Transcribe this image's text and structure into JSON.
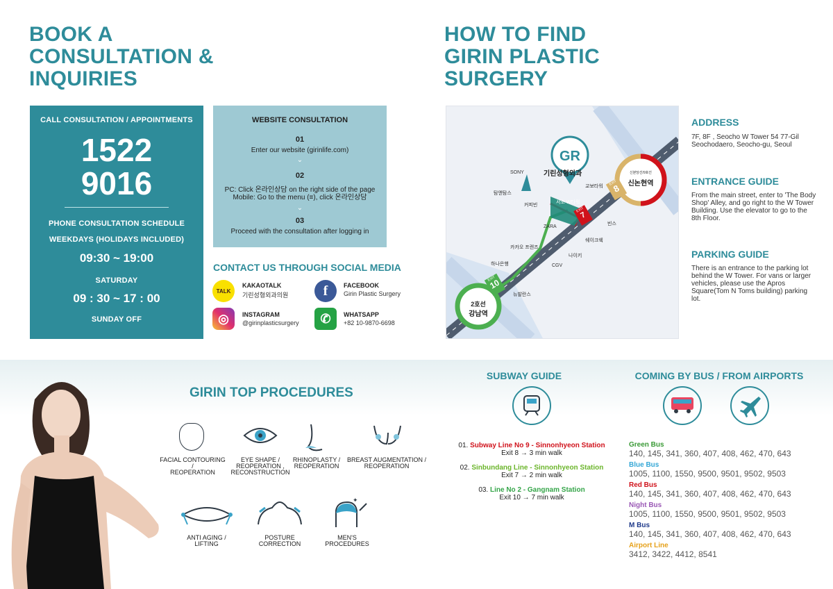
{
  "left": {
    "title_lines": [
      "BOOK A",
      "CONSULTATION &",
      "INQUIRIES"
    ],
    "call": {
      "label": "CALL CONSULTATION / APPOINTMENTS",
      "number_line1": "1522",
      "number_line2": "9016",
      "schedule_label": "PHONE CONSULTATION SCHEDULE",
      "weekdays_label": "WEEKDAYS (HOLIDAYS INCLUDED)",
      "weekdays_time": "09:30 ~ 19:00",
      "saturday_label": "SATURDAY",
      "saturday_time": "09 : 30 ~ 17 : 00",
      "sunday": "SUNDAY OFF"
    },
    "website": {
      "title": "WEBSITE CONSULTATION",
      "step1_num": "01",
      "step1_text": "Enter our website (girinlife.com)",
      "step2_num": "02",
      "step2_line1": "PC: Click 온라인상담 on the right side of the page",
      "step2_line2": "Mobile: Go to the menu (≡), click 온라인상담",
      "step3_num": "03",
      "step3_text": "Proceed with the consultation after logging in"
    },
    "social": {
      "title": "CONTACT US THROUGH SOCIAL MEDIA",
      "items": [
        {
          "name": "KAKAOTALK",
          "value": "기린성형외과의원",
          "icon": "kakaotalk-icon",
          "icon_text": "TALK",
          "color": "#f9e000"
        },
        {
          "name": "FACEBOOK",
          "value": "Girin Plastic Surgery",
          "icon": "facebook-icon",
          "icon_text": "f",
          "color": "#3b5998"
        },
        {
          "name": "INSTAGRAM",
          "value": "@girinplasticsurgery",
          "icon": "instagram-icon",
          "icon_text": "◎",
          "color": "#d6249f"
        },
        {
          "name": "WHATSAPP",
          "value": "+82 10-9870-6698",
          "icon": "whatsapp-icon",
          "icon_text": "✆",
          "color": "#25a244"
        }
      ]
    }
  },
  "right": {
    "title_lines": [
      "HOW TO FIND",
      "GIRIN PLASTIC",
      "SURGERY"
    ],
    "map": {
      "clinic_name": "기린성형외과",
      "building": "서초 W타워",
      "exit7": "7",
      "exit8": "8",
      "exit10": "10",
      "exit_word": "EXIT",
      "station_top_line": "신분당선/9호선",
      "station_top": "신논현역",
      "station_bottom_line": "2호선",
      "station_bottom": "강남역",
      "landmarks": [
        "SONY",
        "탐앤탐스",
        "커피빈",
        "ZARA",
        "카카오 프렌즈",
        "하나은행",
        "CGV",
        "뉴발란스",
        "나이키",
        "쉐이크쉑",
        "빈스",
        "교보타워"
      ]
    },
    "address_title": "ADDRESS",
    "address_text": "7F, 8F , Seocho W Tower 54 77-Gil Seochodaero, Seocho-gu, Seoul",
    "entrance_title": "ENTRANCE GUIDE",
    "entrance_text": "From the main street, enter to 'The Body Shop' Alley, and go right to the W Tower Building. Use the elevator to go to the 8th Floor.",
    "parking_title": "PARKING GUIDE",
    "parking_text": "There is an entrance to the parking lot behind the W Tower. For vans or larger vehicles, please use the Apros Square(Tom N Toms building) parking lot."
  },
  "procedures": {
    "title": "GIRIN TOP PROCEDURES",
    "items": [
      {
        "label_lines": [
          "FACIAL CONTOURING /",
          "REOPERATION"
        ],
        "icon": "face-contour-icon"
      },
      {
        "label_lines": [
          "EYE SHAPE /",
          "REOPERATION ,",
          "RECONSTRUCTION"
        ],
        "icon": "eye-icon"
      },
      {
        "label_lines": [
          "RHINOPLASTY /",
          "REOPERATION"
        ],
        "icon": "nose-icon"
      },
      {
        "label_lines": [
          "BREAST AUGMENTATION /",
          "REOPERATION"
        ],
        "icon": "breast-icon"
      },
      {
        "label_lines": [
          "ANTI AGING /",
          "LIFTING"
        ],
        "icon": "lips-icon"
      },
      {
        "label_lines": [
          "POSTURE",
          "CORRECTION"
        ],
        "icon": "shoulder-icon"
      },
      {
        "label_lines": [
          "MEN'S",
          "PROCEDURES"
        ],
        "icon": "men-icon"
      }
    ]
  },
  "subway": {
    "title": "SUBWAY GUIDE",
    "lines": [
      {
        "num": "01.",
        "name": "Subway Line No 9 - Sinnonhyeon Station",
        "detail": "Exit 8 → 3 min walk",
        "color": "#d0121b"
      },
      {
        "num": "02.",
        "name": "Sinbundang Line - Sinnonhyeon Station",
        "detail": "Exit 7 → 2 min walk",
        "color": "#6bb52b"
      },
      {
        "num": "03.",
        "name": "Line No 2 - Gangnam Station",
        "detail": "Exit 10 → 7 min walk",
        "color": "#35a549"
      }
    ]
  },
  "bus": {
    "title": "COMING BY BUS / FROM AIRPORTS",
    "items": [
      {
        "label": "Green Bus",
        "value": "140, 145, 341, 360, 407, 408, 462, 470, 643",
        "color": "#3a9a36"
      },
      {
        "label": "Blue Bus",
        "value": "1005, 1100, 1550, 9500, 9501, 9502, 9503",
        "color": "#35a7d6"
      },
      {
        "label": "Red Bus",
        "value": "140, 145, 341, 360, 407, 408, 462, 470, 643",
        "color": "#d0121b"
      },
      {
        "label": "Night Bus",
        "value": "1005, 1100, 1550, 9500, 9501, 9502, 9503",
        "color": "#9b59b6"
      },
      {
        "label": "M Bus",
        "value": "140, 145, 341, 360, 407, 408, 462, 470, 643",
        "color": "#1f3a8a"
      },
      {
        "label": "Airport Line",
        "value": "3412, 3422, 4412, 8541",
        "color": "#e6a11a"
      }
    ]
  },
  "colors": {
    "accent": "#2e8c9a",
    "light_box": "#9ec9d3"
  }
}
